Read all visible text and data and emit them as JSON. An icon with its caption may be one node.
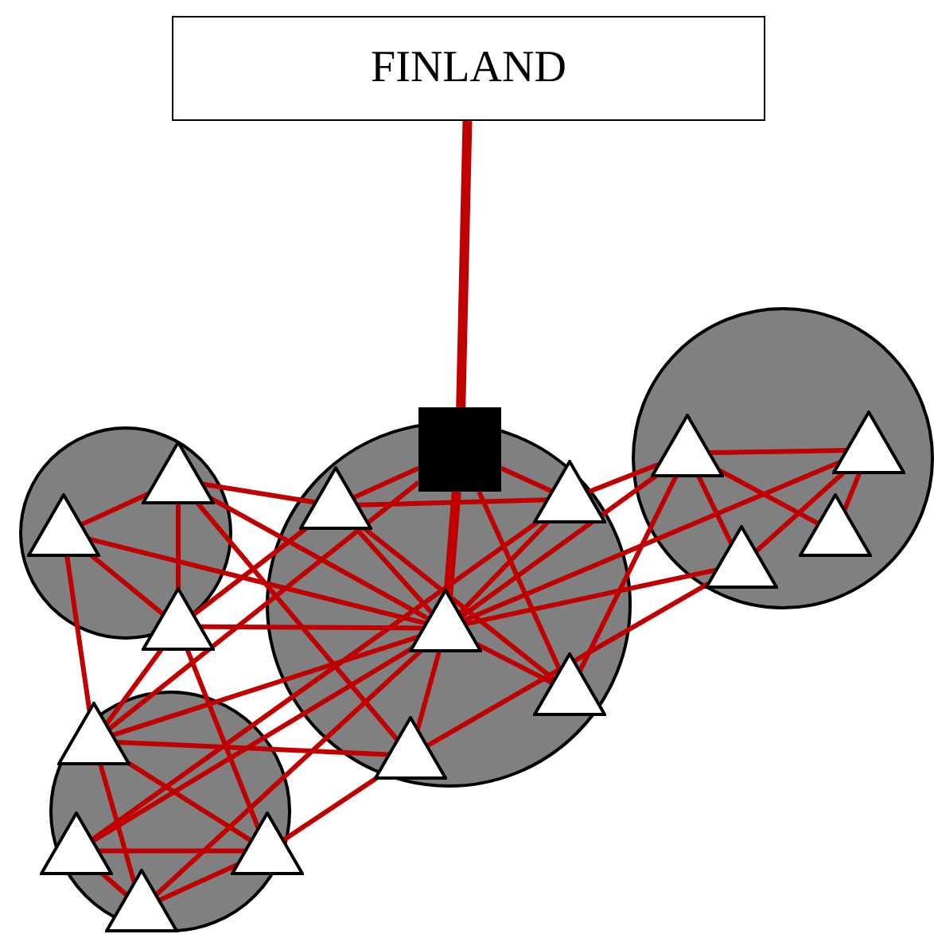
{
  "diagram": {
    "nodes": [
      {
        "text": [
          "FINLAND"
        ]
      },
      {
        "text": [],
        "shape": "circle"
      },
      {
        "text": [],
        "shape": "circle"
      },
      {
        "text": [],
        "shape": "circle"
      },
      {
        "text": [],
        "shape": "circle"
      },
      {
        "text": [],
        "shape": "box"
      },
      {
        "text": [],
        "shape": "triangle",
        "in": 1
      },
      {
        "text": [],
        "shape": "triangle",
        "in": 1
      },
      {
        "text": [],
        "shape": "triangle"
      },
      {
        "text": [],
        "shape": "triangle",
        "in": 2
      },
      {
        "text": [],
        "shape": "triangle",
        "in": 2
      },
      {
        "text": [],
        "shape": "triangle",
        "in": 2
      },
      {
        "text": [],
        "shape": "triangle",
        "in": 2
      },
      {
        "text": [],
        "shape": "triangle",
        "in": 2
      },
      {
        "text": [],
        "shape": "triangle",
        "in": 3
      },
      {
        "text": [],
        "shape": "triangle",
        "in": 3
      },
      {
        "text": [],
        "shape": "triangle",
        "in": 3
      },
      {
        "text": [],
        "shape": "triangle",
        "in": 3
      },
      {
        "text": [],
        "shape": "triangle",
        "in": 4
      },
      {
        "text": [],
        "shape": "triangle",
        "in": 4
      },
      {
        "text": [],
        "shape": "triangle",
        "in": 4
      },
      {
        "text": [],
        "shape": "triangle",
        "in": 4
      }
    ],
    "edges": [
      {
        "from": 0,
        "to": 5,
        "arrow": "none",
        "style": "thick"
      },
      {
        "from": 5,
        "to": 11,
        "arrow": "none",
        "style": "thick"
      },
      {
        "from": 5,
        "to": 9,
        "arrow": "none"
      },
      {
        "from": 5,
        "to": 10,
        "arrow": "none"
      },
      {
        "from": 5,
        "to": 12,
        "arrow": "none"
      },
      {
        "from": 5,
        "to": 18,
        "arrow": "none"
      },
      {
        "from": 9,
        "to": 6,
        "arrow": "none"
      },
      {
        "from": 6,
        "to": 7,
        "arrow": "none"
      },
      {
        "from": 6,
        "to": 11,
        "arrow": "none"
      },
      {
        "from": 6,
        "to": 8,
        "arrow": "none"
      },
      {
        "from": 6,
        "to": 13,
        "arrow": "none"
      },
      {
        "from": 7,
        "to": 11,
        "arrow": "none"
      },
      {
        "from": 7,
        "to": 8,
        "arrow": "none"
      },
      {
        "from": 7,
        "to": 18,
        "arrow": "none"
      },
      {
        "from": 8,
        "to": 9,
        "arrow": "none"
      },
      {
        "from": 8,
        "to": 11,
        "arrow": "none"
      },
      {
        "from": 8,
        "to": 20,
        "arrow": "none"
      },
      {
        "from": 9,
        "to": 11,
        "arrow": "none"
      },
      {
        "from": 9,
        "to": 10,
        "arrow": "none"
      },
      {
        "from": 9,
        "to": 12,
        "arrow": "none"
      },
      {
        "from": 10,
        "to": 11,
        "arrow": "none"
      },
      {
        "from": 10,
        "to": 14,
        "arrow": "none"
      },
      {
        "from": 10,
        "to": 19,
        "arrow": "none"
      },
      {
        "from": 11,
        "to": 18,
        "arrow": "none"
      },
      {
        "from": 11,
        "to": 19,
        "arrow": "none"
      },
      {
        "from": 11,
        "to": 21,
        "arrow": "none"
      },
      {
        "from": 11,
        "to": 13,
        "arrow": "none"
      },
      {
        "from": 11,
        "to": 12,
        "arrow": "none"
      },
      {
        "from": 11,
        "to": 14,
        "arrow": "none"
      },
      {
        "from": 11,
        "to": 15,
        "arrow": "none"
      },
      {
        "from": 11,
        "to": 17,
        "arrow": "none"
      },
      {
        "from": 18,
        "to": 13,
        "arrow": "none"
      },
      {
        "from": 18,
        "to": 8,
        "arrow": "none"
      },
      {
        "from": 18,
        "to": 20,
        "arrow": "none"
      },
      {
        "from": 18,
        "to": 21,
        "arrow": "none"
      },
      {
        "from": 19,
        "to": 20,
        "arrow": "none"
      },
      {
        "from": 19,
        "to": 21,
        "arrow": "none"
      },
      {
        "from": 21,
        "to": 20,
        "arrow": "none"
      },
      {
        "from": 20,
        "to": 13,
        "arrow": "none"
      },
      {
        "from": 13,
        "to": 17,
        "arrow": "none"
      },
      {
        "from": 14,
        "to": 15,
        "arrow": "none"
      },
      {
        "from": 14,
        "to": 17,
        "arrow": "none"
      },
      {
        "from": 15,
        "to": 17,
        "arrow": "none"
      },
      {
        "from": 14,
        "to": 12,
        "arrow": "none"
      },
      {
        "from": 14,
        "to": 16,
        "arrow": "none"
      },
      {
        "from": 15,
        "to": 16,
        "arrow": "none"
      }
    ]
  }
}
